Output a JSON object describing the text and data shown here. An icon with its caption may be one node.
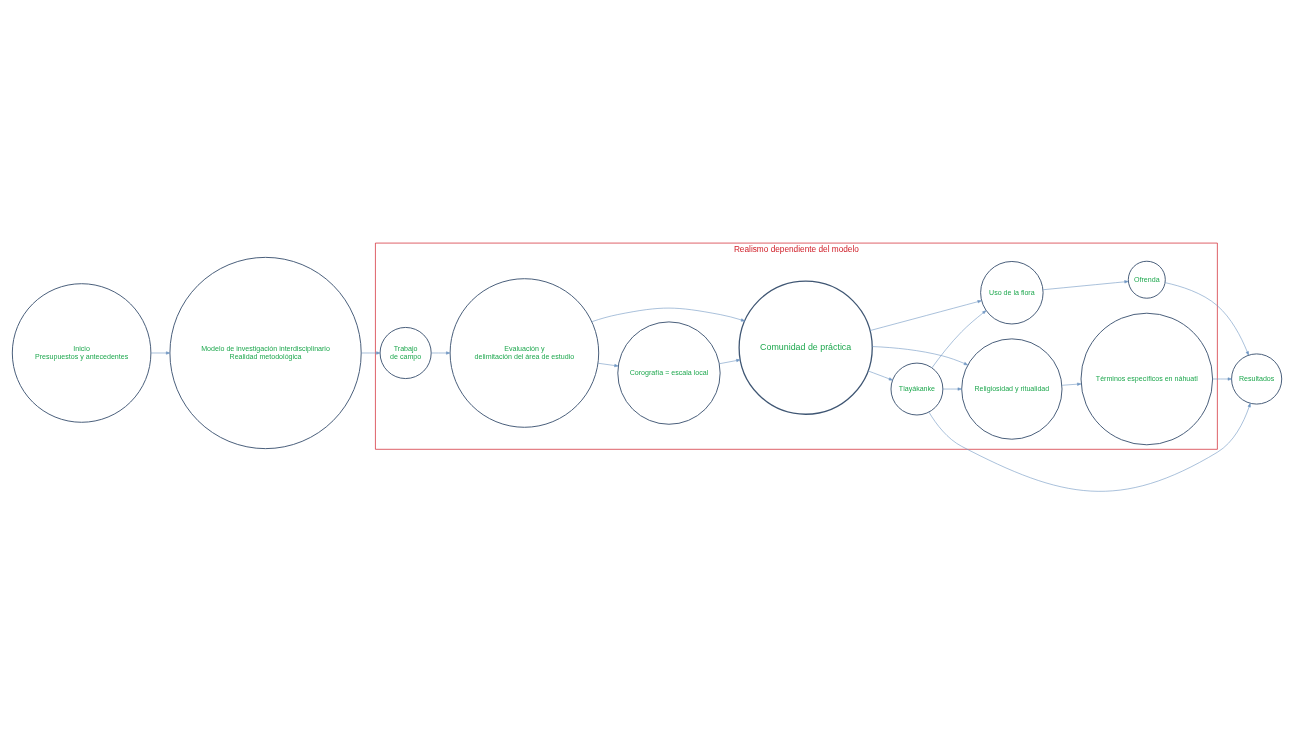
{
  "diagram": {
    "nodes": [
      {
        "text": [
          "Realismo dependiente del modelo"
        ]
      },
      {
        "text": [
          "Inicio",
          "Presupuestos y antecedentes"
        ]
      },
      {
        "text": [
          "Modelo de investigación interdisciplinario",
          "Realidad metodológica"
        ]
      },
      {
        "text": [
          "Trabajo",
          "de campo"
        ],
        "in": 0
      },
      {
        "text": [
          "Evaluación y",
          "delimitación del área de estudio"
        ],
        "in": 0
      },
      {
        "text": [
          "Corografía = escala local"
        ],
        "in": 0
      },
      {
        "text": [
          "Comunidad de práctica"
        ],
        "in": 0
      },
      {
        "text": [
          "Religiosidad y ritualidad"
        ],
        "in": 0
      },
      {
        "text": [
          "Términos específicos en náhuatl"
        ],
        "in": 0
      },
      {
        "text": [
          "Tlayákanke"
        ],
        "in": 0
      },
      {
        "text": [
          "Resultados"
        ]
      },
      {
        "text": [
          "Uso de la flora"
        ],
        "in": 0
      },
      {
        "text": [
          "Ofrenda"
        ],
        "in": 0
      }
    ],
    "edges": [
      {
        "from": 1,
        "to": 2,
        "arrow": "to"
      },
      {
        "from": 2,
        "to": 3,
        "arrow": "to"
      },
      {
        "from": 3,
        "to": 4,
        "arrow": "to"
      },
      {
        "from": 4,
        "to": 5,
        "arrow": "to"
      },
      {
        "from": 5,
        "to": 6,
        "arrow": "to"
      },
      {
        "from": 4,
        "to": 6,
        "arrow": "to"
      },
      {
        "from": 6,
        "to": 7,
        "arrow": "to"
      },
      {
        "from": 6,
        "to": 9,
        "arrow": "to"
      },
      {
        "from": 6,
        "to": 11,
        "arrow": "to"
      },
      {
        "from": 7,
        "to": 8,
        "arrow": "to"
      },
      {
        "from": 9,
        "to": 7,
        "arrow": "to"
      },
      {
        "from": 8,
        "to": 10,
        "arrow": "to"
      },
      {
        "from": 9,
        "to": 10,
        "arrow": "to"
      },
      {
        "from": 9,
        "to": 11,
        "arrow": "to"
      },
      {
        "from": 11,
        "to": 12,
        "arrow": "to"
      },
      {
        "from": 12,
        "to": 10,
        "arrow": "to"
      }
    ]
  }
}
